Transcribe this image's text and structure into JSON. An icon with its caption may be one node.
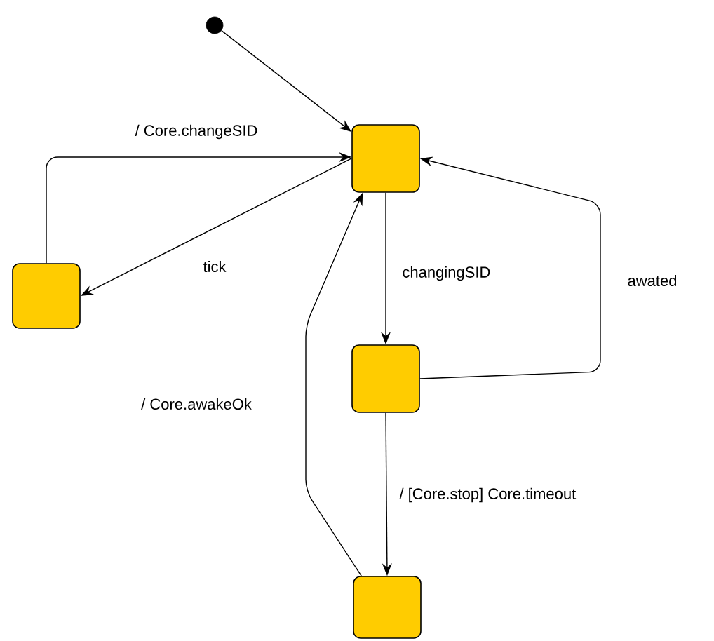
{
  "diagram": {
    "nodes": [
      {
        "text": [],
        "shape": "circle"
      },
      {
        "text": [],
        "shape": "box"
      },
      {
        "text": [],
        "shape": "box"
      },
      {
        "text": [],
        "shape": "box"
      },
      {
        "text": [],
        "shape": "box"
      }
    ],
    "edges": [
      {
        "from": 0,
        "to": 1,
        "arrow": "to"
      },
      {
        "from": 2,
        "to": 1,
        "arrow": "to",
        "label": "/ Core.changeSID"
      },
      {
        "from": 1,
        "to": 2,
        "arrow": "to",
        "label": "tick"
      },
      {
        "from": 1,
        "to": 3,
        "arrow": "to",
        "label": "changingSID"
      },
      {
        "from": 3,
        "to": 1,
        "arrow": "to",
        "label": "awated"
      },
      {
        "from": 3,
        "to": 4,
        "arrow": "to",
        "label": "/ [Core.stop] Core.timeout"
      },
      {
        "from": 4,
        "to": 1,
        "arrow": "to",
        "label": "/ Core.awakeOk"
      }
    ]
  }
}
